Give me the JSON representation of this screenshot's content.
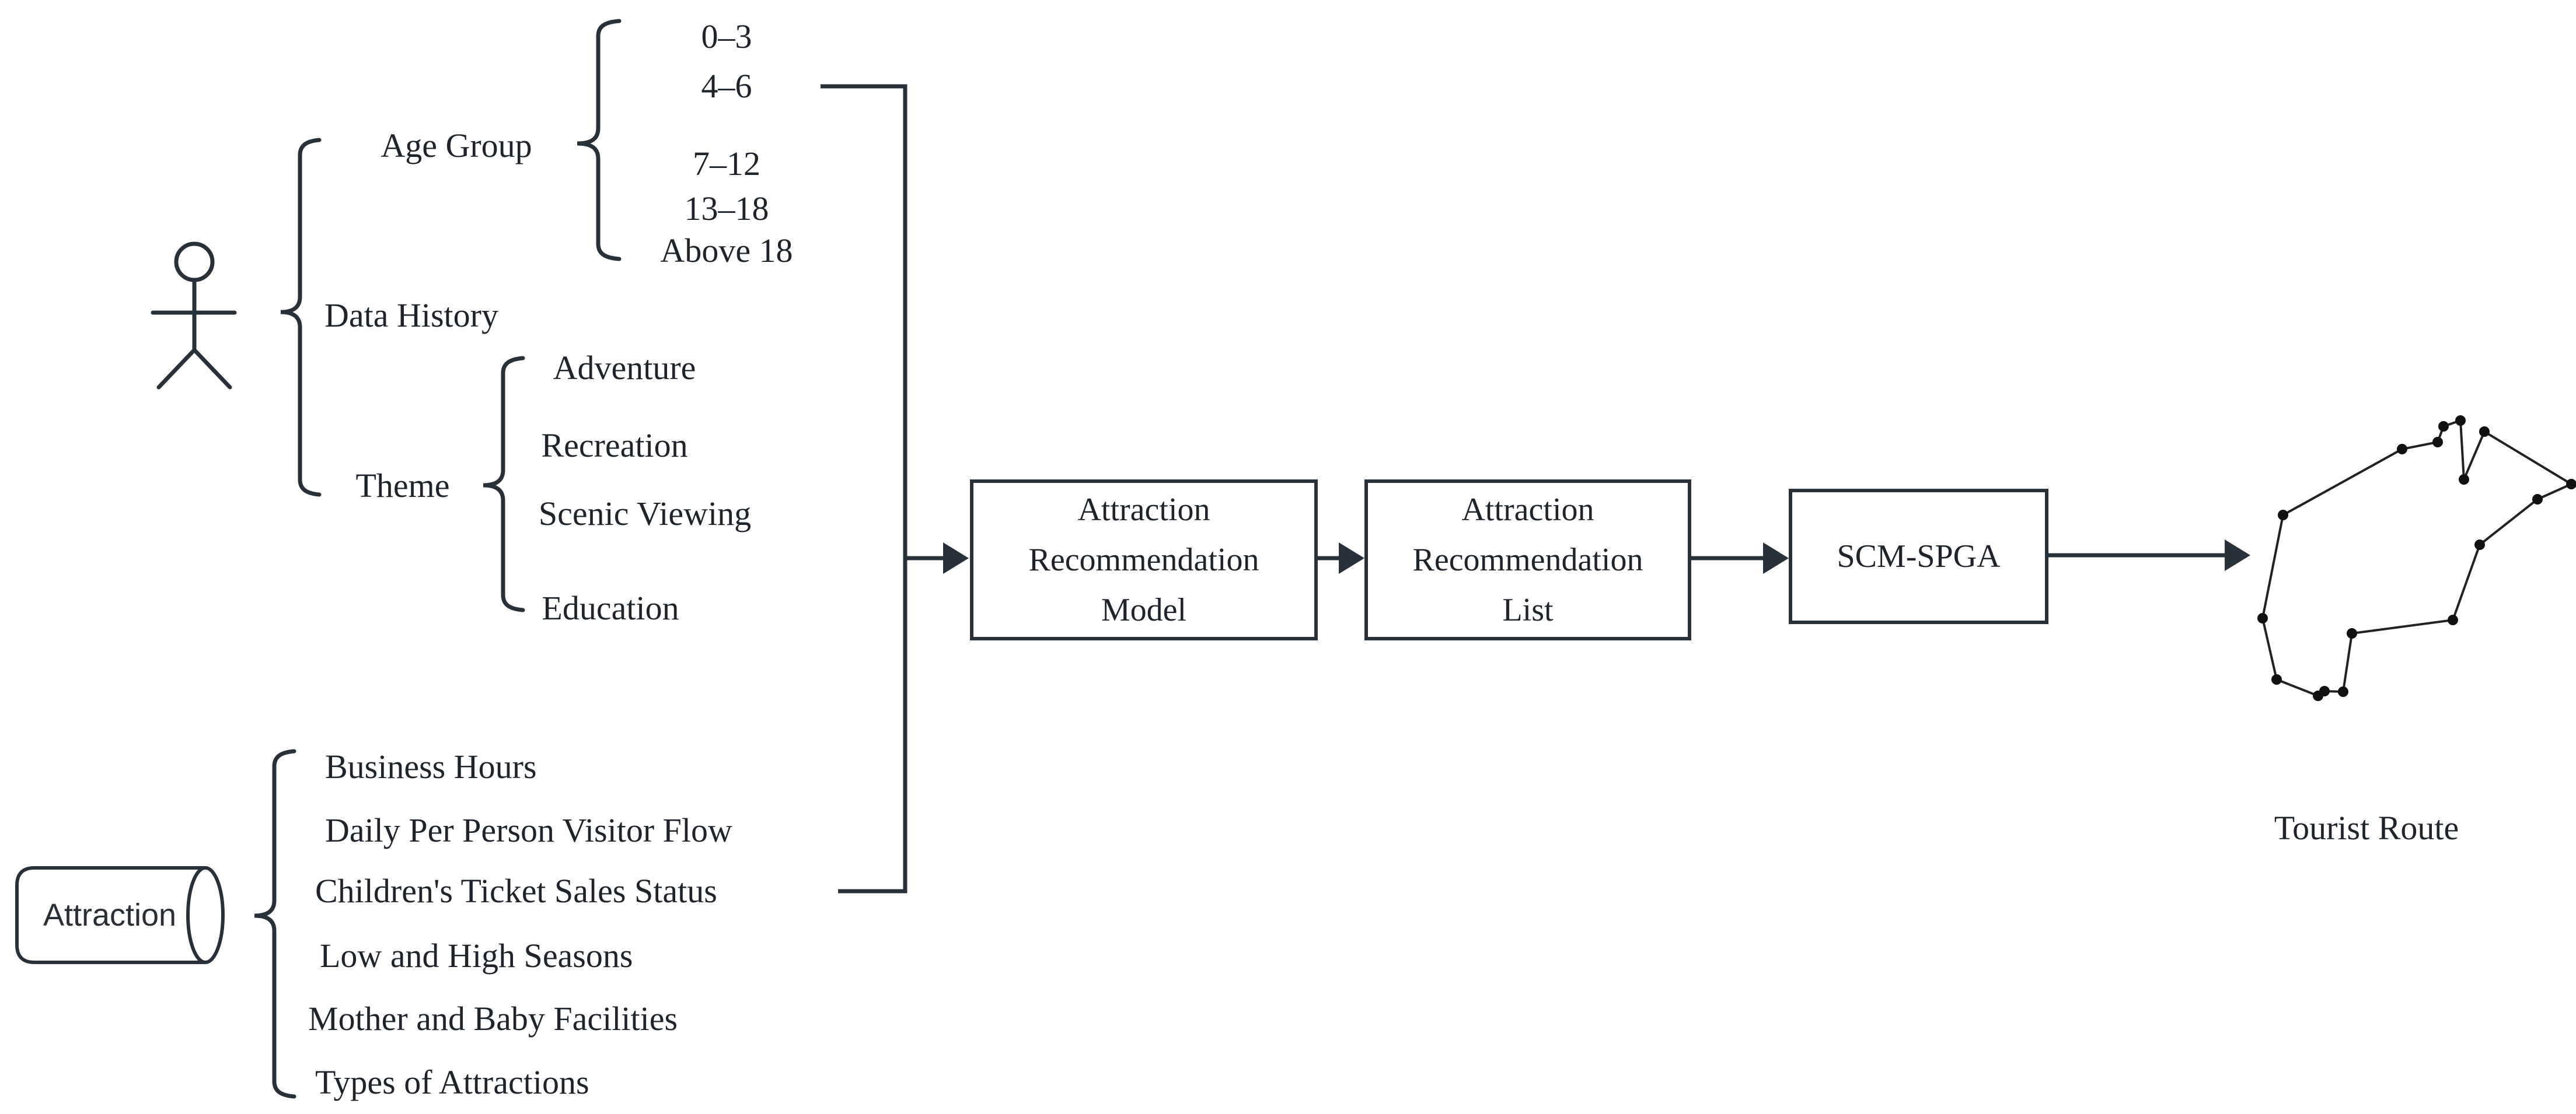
{
  "title": "Attraction recommendation and tourist route planning flow diagram",
  "colors": {
    "stroke": "#28303a",
    "text": "#1f242b",
    "background": "#ffffff"
  },
  "user": {
    "icon": "person-stick-figure-icon",
    "categories": {
      "age_group": {
        "label": "Age Group",
        "items": [
          "0–3",
          "4–6",
          "7–12",
          "13–18",
          "Above 18"
        ]
      },
      "data_history": {
        "label": "Data History"
      },
      "theme": {
        "label": "Theme",
        "items": [
          "Adventure",
          "Recreation",
          "Scenic Viewing",
          "Education"
        ]
      }
    }
  },
  "attraction": {
    "icon": "database-cylinder-icon",
    "label": "Attraction",
    "items": [
      "Business Hours",
      "Daily Per Person Visitor Flow",
      "Children's Ticket Sales Status",
      "Low and High Seasons",
      "Mother and Baby Facilities",
      "Types of Attractions"
    ]
  },
  "process": {
    "boxes": [
      {
        "id": "attraction-recommendation-model",
        "lines": [
          "Attraction",
          "Recommendation",
          "Model"
        ]
      },
      {
        "id": "attraction-recommendation-list",
        "lines": [
          "Attraction",
          "Recommendation",
          "List"
        ]
      },
      {
        "id": "scm-spga",
        "lines": [
          "SCM-SPGA"
        ]
      }
    ]
  },
  "output": {
    "label": "Tourist Route",
    "route_points": [
      [
        4216,
        721
      ],
      [
        4187,
        731
      ],
      [
        4177,
        758
      ],
      [
        4116,
        770
      ],
      [
        3912,
        883
      ],
      [
        3877,
        1060
      ],
      [
        3901,
        1165
      ],
      [
        3972,
        1193
      ],
      [
        3983,
        1185
      ],
      [
        4015,
        1186
      ],
      [
        4030,
        1086
      ],
      [
        4203,
        1063
      ],
      [
        4249,
        934
      ],
      [
        4348,
        856
      ],
      [
        4406,
        830
      ],
      [
        4257,
        740
      ],
      [
        4222,
        822
      ]
    ]
  }
}
